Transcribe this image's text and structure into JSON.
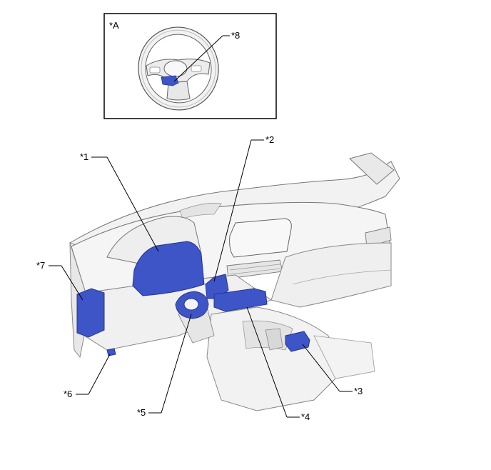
{
  "inset": {
    "label": "*A",
    "callout": "*8"
  },
  "callouts": {
    "c1": "*1",
    "c2": "*2",
    "c3": "*3",
    "c4": "*4",
    "c5": "*5",
    "c6": "*6",
    "c7": "*7"
  },
  "colors": {
    "highlight": "#3e55c8",
    "highlight_dark": "#243596",
    "outline": "#555555",
    "body": "#f4f4f4",
    "shade": "#dedede"
  },
  "icons": [
    "steering-wheel-icon",
    "dashboard-icon"
  ]
}
